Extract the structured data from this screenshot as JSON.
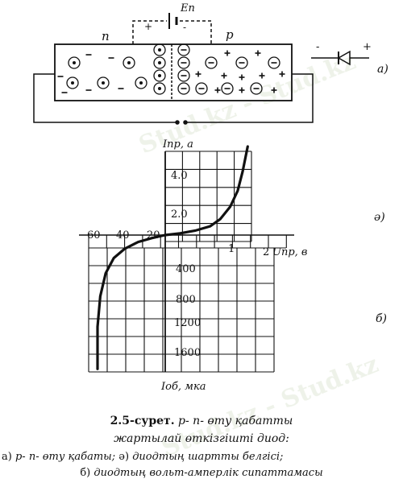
{
  "watermark": "Stud.kz - Stud.kz",
  "junction": {
    "battery_label": "Eп",
    "n_label": "n",
    "p_label": "p",
    "plus_sign": "+",
    "minus_sign": "-",
    "diode_minus": "-",
    "diode_plus": "+"
  },
  "side_labels": {
    "a": "а)",
    "ae": "ә)",
    "b": "б)"
  },
  "chart_data": {
    "type": "line",
    "title": "",
    "ylabel_top": "Iпр, а",
    "xlabel_right": "Uпр, в",
    "ylabel_bottom": "Iоб, мка",
    "forward_ticks_y": [
      "4.0",
      "2.0"
    ],
    "forward_ticks_x": [
      "1",
      "2"
    ],
    "reverse_ticks_x": [
      "60",
      "40",
      "20"
    ],
    "reverse_ticks_y": [
      "400",
      "800",
      "1200",
      "1600"
    ],
    "forward_branch": {
      "U_v": [
        0,
        0.3,
        0.6,
        0.9,
        1.1,
        1.3,
        1.45,
        1.55,
        1.65
      ],
      "I_a": [
        0,
        0.1,
        0.25,
        0.5,
        0.9,
        1.6,
        2.5,
        3.6,
        5.0
      ]
    },
    "reverse_branch": {
      "U_v": [
        0,
        -10,
        -20,
        -30,
        -38,
        -44,
        -48,
        -50,
        -50
      ],
      "I_uA": [
        0,
        40,
        90,
        180,
        300,
        500,
        800,
        1200,
        1750
      ]
    },
    "grid": true
  },
  "caption": {
    "figure_number": "2.5-сурет.",
    "line1": "p- n- өту қабатты",
    "line2": "жартылай өткізгішті диод:",
    "line3_a_prefix": "а)",
    "line3_a": "p- n- өту қабаты;",
    "line3_ae_prefix": "ә)",
    "line3_ae": "диодтың шартты белгісі;",
    "line4_b_prefix": "б)",
    "line4_b": "диодтың вольт-амперлік сипаттамасы"
  }
}
